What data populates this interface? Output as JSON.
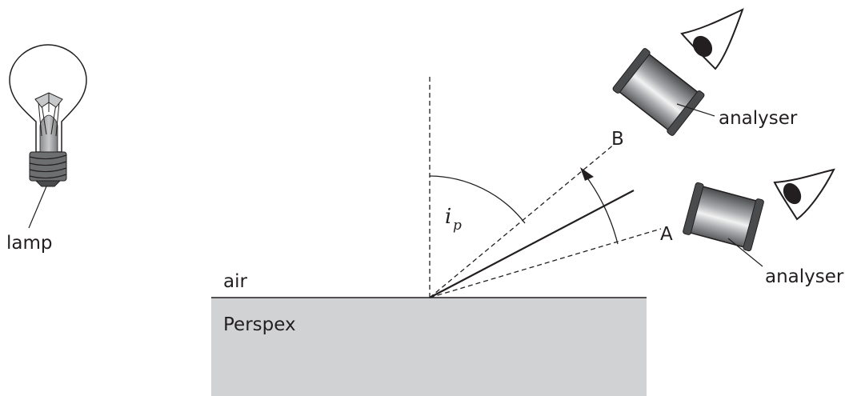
{
  "labels": {
    "lamp": "lamp",
    "air": "air",
    "perspex": "Perspex",
    "point_b": "B",
    "point_a": "A",
    "analyser_upper": "analyser",
    "analyser_lower": "analyser",
    "angle_symbol": "i",
    "angle_subscript": "p"
  },
  "colors": {
    "perspex_fill": "#d1d2d4",
    "line": "#231f20",
    "bulb_glass": "#ffffff",
    "bulb_base": "#6d6e70",
    "bulb_filament": "#a7a9ac"
  },
  "icons": {
    "lamp": "light-bulb-icon",
    "analyser": "cylinder-analyser-icon",
    "observer": "eye-icon"
  }
}
